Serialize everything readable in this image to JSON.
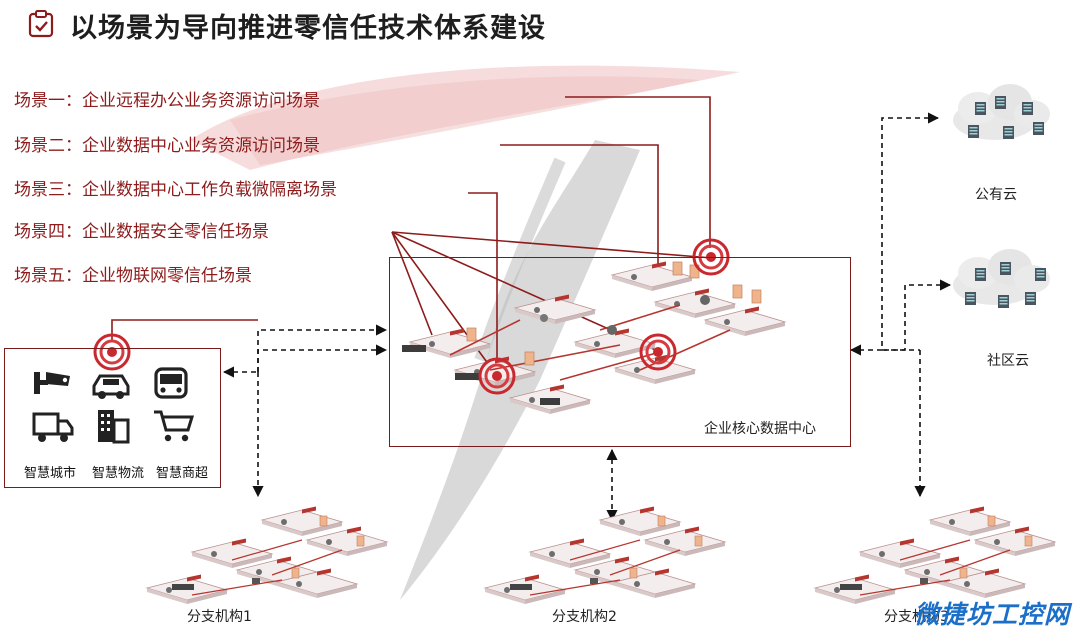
{
  "title": "以场景为导向推进零信任技术体系建设",
  "scenarios": [
    "场景一：企业远程办公业务资源访问场景",
    "场景二：企业数据中心业务资源访问场景",
    "场景三：企业数据中心工作负载微隔离场景",
    "场景四：企业数据安全零信任场景",
    "场景五：企业物联网零信任场景"
  ],
  "core_dc_label": "企业核心数据中心",
  "iot": {
    "labels": [
      "智慧城市",
      "智慧物流",
      "智慧商超"
    ],
    "icons": [
      "camera-icon",
      "car-icon",
      "bus-icon",
      "truck-icon",
      "building-icon",
      "cart-icon"
    ]
  },
  "clouds": {
    "public": "公有云",
    "community": "社区云"
  },
  "branches": [
    "分支机构1",
    "分支机构2",
    "分支机构3"
  ],
  "watermark": "微捷坊工控网",
  "colors": {
    "accent": "#8e1b1b",
    "target": "#c0262c",
    "line": "#a8322e"
  }
}
